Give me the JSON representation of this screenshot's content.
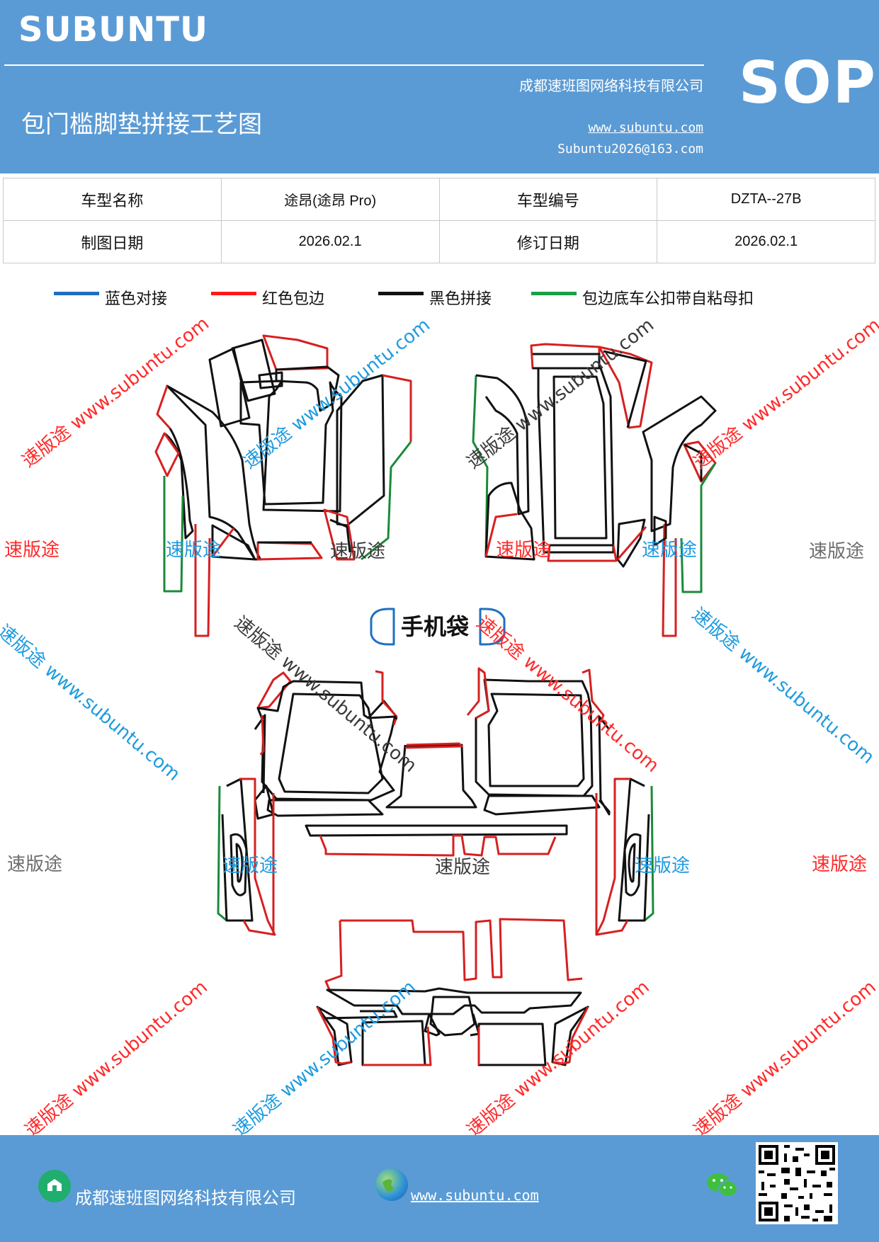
{
  "header": {
    "brand": "SUBUNTU",
    "title": "包门槛脚垫拼接工艺图",
    "company": "成都速班图网络科技有限公司",
    "url": "www.subuntu.com",
    "email": "Subuntu2026@163.com",
    "badge": "SOP"
  },
  "info_table": {
    "rows": [
      [
        "车型名称",
        "途昂(途昂 Pro)",
        "车型编号",
        "DZTA--27B"
      ],
      [
        "制图日期",
        "2026.02.1",
        "修订日期",
        "2026.02.1"
      ]
    ]
  },
  "legend": [
    {
      "label": "蓝色对接",
      "color": "#1f6fc0"
    },
    {
      "label": "红色包边",
      "color": "#ff1a1a"
    },
    {
      "label": "黑色拼接",
      "color": "#111111"
    },
    {
      "label": "包边底车公扣带自粘母扣",
      "color": "#1aa048"
    }
  ],
  "diagram": {
    "phone_bag_label": "手机袋"
  },
  "watermarks": {
    "brand_cn": "速版途",
    "diag_text": "速版途 www.subuntu.com"
  },
  "footer": {
    "company": "成都速班图网络科技有限公司",
    "url": "www.subuntu.com"
  },
  "colors": {
    "header_bg": "#5b9bd5",
    "wm_red": "#ff2a2a",
    "wm_blue": "#1e9be0",
    "outline_black": "#111111",
    "outline_red": "#d62020",
    "outline_green": "#1a8a3a"
  }
}
